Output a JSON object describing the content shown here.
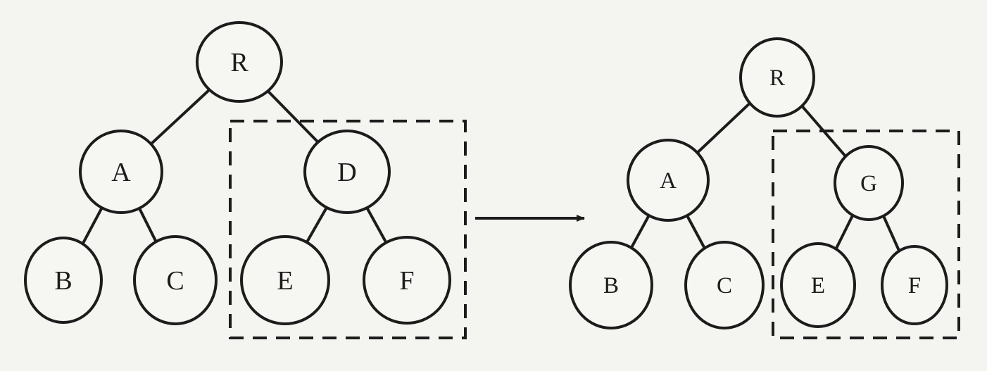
{
  "colors": {
    "background": "#f4f4f1",
    "ink": "#1c1c1c",
    "node_fill": "#f6f6f3"
  },
  "left_tree": {
    "nodes": [
      {
        "id": "R",
        "label": "R"
      },
      {
        "id": "A",
        "label": "A"
      },
      {
        "id": "D",
        "label": "D"
      },
      {
        "id": "B",
        "label": "B"
      },
      {
        "id": "C",
        "label": "C"
      },
      {
        "id": "E",
        "label": "E"
      },
      {
        "id": "F",
        "label": "F"
      }
    ],
    "edges": [
      [
        "R",
        "A"
      ],
      [
        "R",
        "D"
      ],
      [
        "A",
        "B"
      ],
      [
        "A",
        "C"
      ],
      [
        "D",
        "E"
      ],
      [
        "D",
        "F"
      ]
    ],
    "highlighted_subtree_root": "D"
  },
  "right_tree": {
    "nodes": [
      {
        "id": "R",
        "label": "R"
      },
      {
        "id": "A",
        "label": "A"
      },
      {
        "id": "G",
        "label": "G"
      },
      {
        "id": "B",
        "label": "B"
      },
      {
        "id": "C",
        "label": "C"
      },
      {
        "id": "E",
        "label": "E"
      },
      {
        "id": "F",
        "label": "F"
      }
    ],
    "edges": [
      [
        "R",
        "A"
      ],
      [
        "R",
        "G"
      ],
      [
        "A",
        "B"
      ],
      [
        "A",
        "C"
      ],
      [
        "G",
        "E"
      ],
      [
        "G",
        "F"
      ]
    ],
    "highlighted_subtree_root": "G"
  },
  "transition": {
    "arrow_icon": "right-arrow-icon"
  }
}
